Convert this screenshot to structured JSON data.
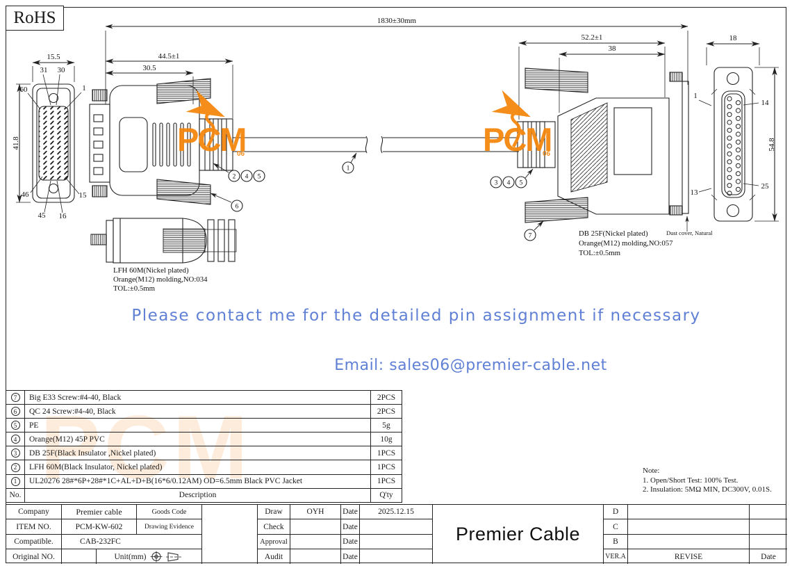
{
  "rohs": "RoHS",
  "logo": {
    "text": "PCM",
    "sub": "06",
    "color": "#f5870f"
  },
  "contact": {
    "line1": "Please contact me for the detailed pin assignment if necessary",
    "line2": "Email: sales06@premier-cable.net",
    "color": "#6080d5"
  },
  "dims": {
    "overall": "1830±30mm",
    "lfh_len": "44.5±1",
    "lfh_body": "30.5",
    "lfh_w": "15.5",
    "lfh_h": "41.8",
    "db_len": "52.2±1",
    "db_body": "38",
    "db_w": "18",
    "db_h": "54.8"
  },
  "lfh_pins": {
    "tl": "60",
    "t1": "31",
    "t2": "30",
    "tr": "1",
    "bl": "46",
    "b1": "45",
    "b2": "16",
    "br": "15"
  },
  "db_pins": {
    "tl": "1",
    "tr": "14",
    "bl": "13",
    "br": "25"
  },
  "callouts": {
    "c245": [
      "2",
      "4",
      "5"
    ],
    "c6": "6",
    "c1": "1",
    "c345": [
      "3",
      "4",
      "5"
    ],
    "c7": "7"
  },
  "lfh_label": {
    "l1": "LFH 60M(Nickel plated)",
    "l2": "Orange(M12) molding,NO:034",
    "l3": "TOL:±0.5mm"
  },
  "db_label": {
    "l1": "DB 25F(Nickel plated)",
    "l2": "Orange(M12) molding,NO:057",
    "l3": "TOL:±0.5mm"
  },
  "dust_cover": "Dust cover, Natural",
  "bom": {
    "rows": [
      {
        "no": "7",
        "desc": "Big E33 Screw:#4-40, Black",
        "qty": "2PCS"
      },
      {
        "no": "6",
        "desc": "QC 24 Screw:#4-40, Black",
        "qty": "2PCS"
      },
      {
        "no": "5",
        "desc": "PE",
        "qty": "5g"
      },
      {
        "no": "4",
        "desc": "Orange(M12) 45P PVC",
        "qty": "10g"
      },
      {
        "no": "3",
        "desc": "DB 25F(Black Insulator ,Nickel plated)",
        "qty": "1PCS"
      },
      {
        "no": "2",
        "desc": "LFH 60M(Black Insulator, Nickel plated)",
        "qty": "1PCS"
      },
      {
        "no": "1",
        "desc": "UL20276 28#*6P+28#*1C+AL+D+B(16*6/0.12AM) OD=6.5mm Black PVC Jacket",
        "qty": "1PCS"
      }
    ],
    "no_h": "No.",
    "desc_h": "Description",
    "qty_h": "Q'ty"
  },
  "note": {
    "l1": "Note:",
    "l2": "1. Open/Short Test: 100% Test.",
    "l3": "2. Insulation: 5MΩ MIN, DC300V, 0.01S."
  },
  "titleblock": {
    "company_label": "Company",
    "company_value": "Premier cable",
    "goods_code": "Goods Code",
    "item_label": "ITEM NO.",
    "item_value": "PCM-KW-602",
    "drawing_evidence": "Drawing Evidence",
    "compatible_label": "Compatible.",
    "compatible_value": "CAB-232FC",
    "original_label": "Original NO.",
    "unit_label": "Unit(mm)",
    "draw_label": "Draw",
    "draw_value": "OYH",
    "check_label": "Check",
    "approval_label": "Approval",
    "audit_label": "Audit",
    "date_label": "Date",
    "draw_date": "2025.12.15"
  },
  "revision": {
    "r1": "D",
    "r2": "C",
    "r3": "B",
    "ver": "VER.A",
    "revise": "REVISE",
    "date": "Date"
  },
  "brand": "Premier Cable"
}
